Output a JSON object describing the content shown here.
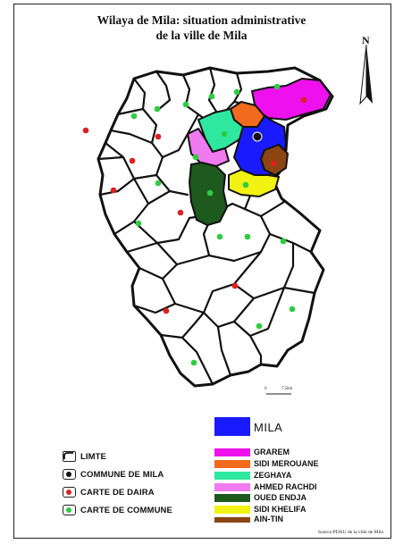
{
  "title": {
    "line1": "Wilaya de Mila: situation administrative",
    "line2": "de la ville de Mila"
  },
  "north_label": "N",
  "scale": {
    "zero": "0",
    "distance": "7,5km"
  },
  "legend_left": [
    {
      "label": "LIMTE",
      "symbol": "limit-line"
    },
    {
      "label": "COMMUNE DE MILA",
      "symbol": "black-dot",
      "color": "#111111"
    },
    {
      "label": "CARTE DE DAIRA",
      "symbol": "red-dot",
      "color": "#e02020"
    },
    {
      "label": "CARTE DE COMMUNE",
      "symbol": "green-dot",
      "color": "#2ecc40"
    }
  ],
  "legend_right": {
    "main": {
      "label": "MILA",
      "color": "#1a1aff"
    },
    "communes": [
      {
        "label": "GRAREM",
        "color": "#ee11ee"
      },
      {
        "label": "SIDI MEROUANE",
        "color": "#f26a1b"
      },
      {
        "label": "ZEGHAYA",
        "color": "#2ee8a0"
      },
      {
        "label": "AHMED RACHDI",
        "color": "#f07af0"
      },
      {
        "label": "OUED ENDJA",
        "color": "#1e5a1e"
      },
      {
        "label": "SIDI KHELIFA",
        "color": "#f2f212"
      },
      {
        "label": "AIN-TIN",
        "color": "#8b4513"
      }
    ]
  },
  "source": "Source:PDAU de la ville de Mila"
}
